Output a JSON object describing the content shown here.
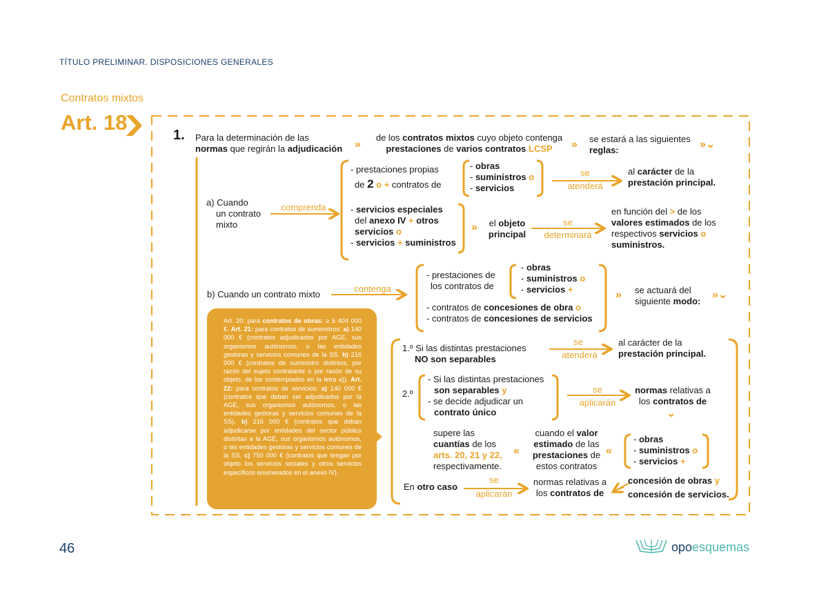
{
  "header": {
    "title": "TÍTULO PRELIMINAR. DISPOSICIONES GENERALES",
    "section": "Contratos mixtos",
    "article": "Art. 18"
  },
  "point1": {
    "num": "1.",
    "intro_l1": "Para la determinación de las",
    "intro_l2a": "normas",
    "intro_l2b": " que regirán la ",
    "intro_l2c": "adjudicación",
    "mid_l1a": "de los ",
    "mid_l1b": "contratos mixtos",
    "mid_l1c": " cuyo objeto contenga",
    "mid_l2a": "prestaciones",
    "mid_l2b": " de ",
    "mid_l2c": "varios contratos",
    "mid_l2d": " LCSP",
    "end_l1": "se estará a las siguientes",
    "end_l2": "reglas:"
  },
  "case_a": {
    "label_l1": "a) Cuando",
    "label_l2": "un contrato",
    "label_l3": "mixto",
    "verb": "comprenda",
    "g1_l1": "- prestaciones propias",
    "g1_l2a": "de ",
    "g1_l2b": "2",
    "g1_l2c": " o +",
    "g1_l2d": " contratos de",
    "list1": [
      "obras",
      "suministros",
      "servicios"
    ],
    "list1_connectors": [
      "",
      " o",
      ""
    ],
    "verb2_top": "se",
    "verb2_bot": "atenderá",
    "result1_l1a": "al ",
    "result1_l1b": "carácter",
    "result1_l1c": " de la",
    "result1_l2": "prestación principal.",
    "g2_l1": "servicios especiales",
    "g2_l2a": "del ",
    "g2_l2b": "anexo IV",
    "g2_l2c": " +",
    "g2_l2d": " otros",
    "g2_l3a": "servicios",
    "g2_l3b": " o",
    "g2_l4a": "servicios",
    "g2_l4b": " +",
    "g2_l4c": " suministros",
    "obj_l1a": "el ",
    "obj_l1b": "objeto",
    "obj_l2": "principal",
    "verb3_top": "se",
    "verb3_bot": "determinará",
    "result2_l1a": "en función del ",
    "result2_l1b": ">",
    "result2_l1c": " de los",
    "result2_l2a": "valores estimados",
    "result2_l2b": " de los",
    "result2_l3a": "respectivos ",
    "result2_l3b": "servicios",
    "result2_l3c": " o",
    "result2_l4": "suministros."
  },
  "case_b": {
    "label": "b) Cuando un contrato mixto",
    "verb": "contenga",
    "p1_l1": "- prestaciones de",
    "p1_l2": "los contratos de",
    "list2": [
      "obras",
      "suministros",
      "servicios"
    ],
    "list2_connectors": [
      "",
      " o",
      " +"
    ],
    "p2_l1a": "- contratos de ",
    "p2_l1b": "concesiones de obra",
    "p2_l1c": " o",
    "p2_l2a": "- contratos de ",
    "p2_l2b": "concesiones de servicios",
    "result_l1": "se actuará del",
    "result_l2a": "siguiente ",
    "result_l2b": "modo:"
  },
  "note": {
    "html_segments": [
      [
        "Art. 20: para ",
        false
      ],
      [
        "contratos de obras:",
        true
      ],
      [
        " ≥ 5 404 000 €. ",
        false
      ],
      [
        "Art. 21:",
        true
      ],
      [
        " para contratos de suministros: ",
        false
      ],
      [
        "a)",
        true
      ],
      [
        " 140 000 € (contratos adjudicados por AGE, sus organismos autónomos, o las entidades gestoras y servicios comunes de la SS. ",
        false
      ],
      [
        "b)",
        true
      ],
      [
        " 216 000 € (contratos de suministro distintos, por razón del sujeto contratante o por razón de su objeto, de los contemplados en la letra a)). ",
        false
      ],
      [
        "Art. 22:",
        true
      ],
      [
        " para contratos de servicios: ",
        false
      ],
      [
        "a)",
        true
      ],
      [
        " 140 000 € (contratos que deban ser adjudicados por la AGE, sus organismos autónomos, o las entidades gestoras y servicios comunes de la SS). ",
        false
      ],
      [
        "b)",
        true
      ],
      [
        " 216 000 € (contratos que deban adjudicarse por entidades del sector público distintas a la AGE, sus organismos autónomos, o las entidades gestoras y servicios comunes de la SS. ",
        false
      ],
      [
        "c)",
        true
      ],
      [
        " 750 000 € (contratos que tengan por objeto los servicios sociales y otros servicios específicos enumerados en el anexo IV).",
        false
      ]
    ]
  },
  "mode": {
    "r1_l1": "1.º Si las distintas prestaciones",
    "r1_l2": "NO son separables",
    "r1_verb_top": "se",
    "r1_verb_bot": "atenderá",
    "r1_res_l1": "al carácter de la",
    "r1_res_l2": "prestación principal.",
    "r2_num": "2.º",
    "r2_l1": "- Si las distintas prestaciones",
    "r2_l2a": "son separables",
    "r2_l2b": " y",
    "r2_l3": "- se decide adjudicar un",
    "r2_l4": "contrato único",
    "r2_verb_top": "se",
    "r2_verb_bot": "aplicarán",
    "r2_res_l1a": "normas",
    "r2_res_l1b": " relativas a",
    "r2_res_l2a": "los ",
    "r2_res_l2b": "contratos de",
    "list3": [
      "obras",
      "suministros",
      "servicios"
    ],
    "list3_connectors": [
      "",
      " o",
      " +"
    ],
    "when_l1a": "cuando el ",
    "when_l1b": "valor",
    "when_l2a": "estimado",
    "when_l2b": " de las",
    "when_l3": "prestaciones",
    "when_l3b": " de",
    "when_l4": "estos contratos",
    "exceed_l1": "supere las",
    "exceed_l2a": "cuantías",
    "exceed_l2b": " de los",
    "exceed_l3": "arts. 20, 21 y 22,",
    "exceed_l4": "respectivamente.",
    "conc_l1a": "concesión de obras",
    "conc_l1b": " y",
    "conc_l2": "concesión de servicios.",
    "other_a": "En ",
    "other_b": "otro caso",
    "other_verb_top": "se",
    "other_verb_bot": "aplicarán",
    "other_res_l1": "normas relativas a",
    "other_res_l2a": "los ",
    "other_res_l2b": "contratos de"
  },
  "footer": {
    "page": "46",
    "brand_a": "opo",
    "brand_b": "esquemas"
  },
  "colors": {
    "accent": "#E9A42A",
    "navy": "#1b3f6b"
  }
}
